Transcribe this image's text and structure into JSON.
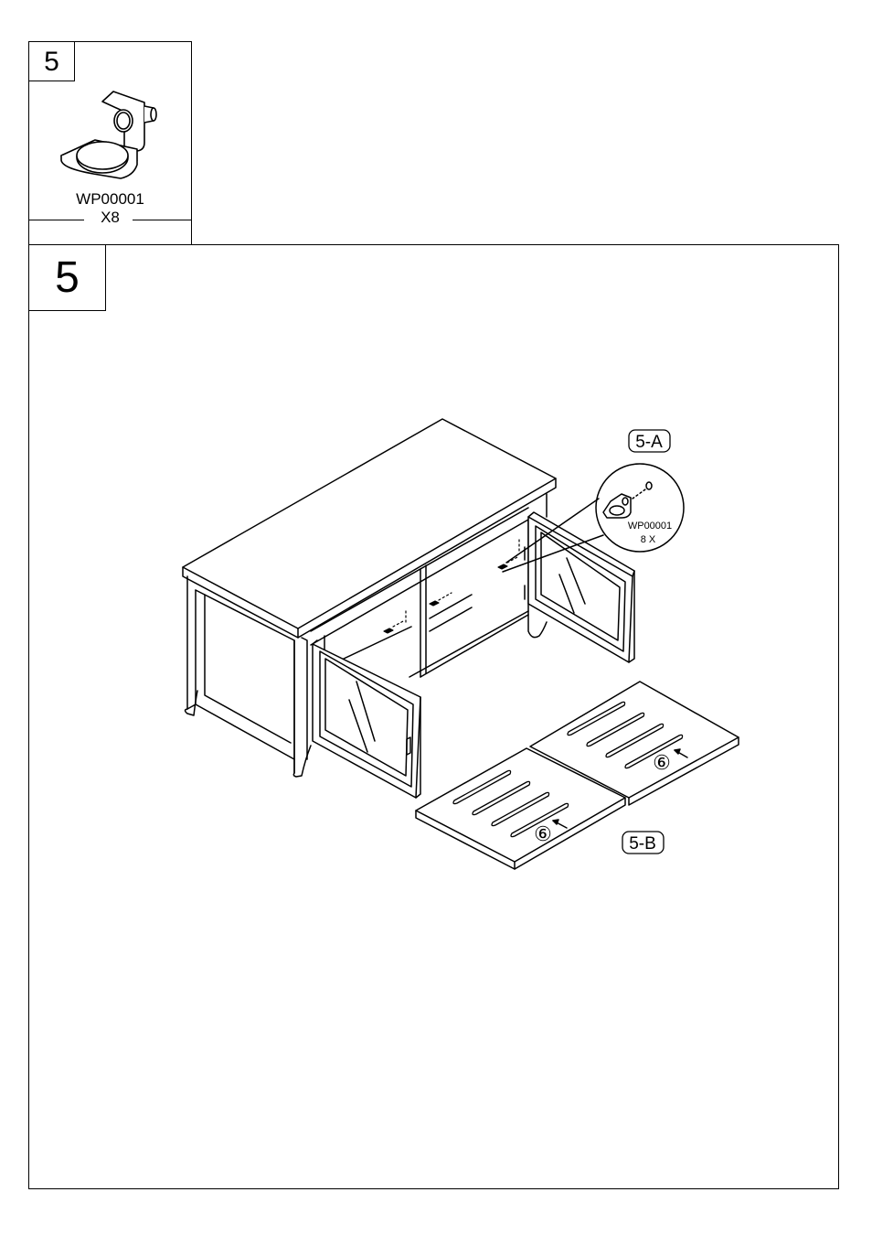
{
  "parts_box": {
    "step_number": "5",
    "part_code": "WP00001",
    "quantity": "X8"
  },
  "main": {
    "step_number": "5",
    "callout_a": "5-A",
    "callout_b": "5-B",
    "inset_part_code": "WP00001",
    "inset_quantity": "8 X",
    "shelf_ref_1": "⑥",
    "shelf_ref_2": "⑥"
  }
}
